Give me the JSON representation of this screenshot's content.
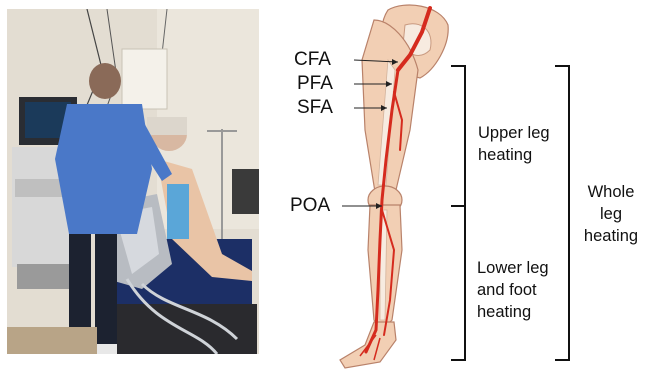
{
  "photo": {
    "icon": "clinical-photo"
  },
  "diagram": {
    "artery_labels": {
      "cfa": "CFA",
      "pfa": "PFA",
      "sfa": "SFA",
      "poa": "POA"
    },
    "groups": {
      "upper_leg": [
        "Upper leg",
        "heating"
      ],
      "lower_leg": [
        "Lower leg",
        "and foot",
        "heating"
      ],
      "whole_leg": [
        "Whole",
        "leg",
        "heating"
      ]
    },
    "colors": {
      "artery": "#d52b1e",
      "leg_fill": "#f2cfb4",
      "leg_outline": "#b9826a",
      "bone": "#f7ebe0"
    }
  }
}
